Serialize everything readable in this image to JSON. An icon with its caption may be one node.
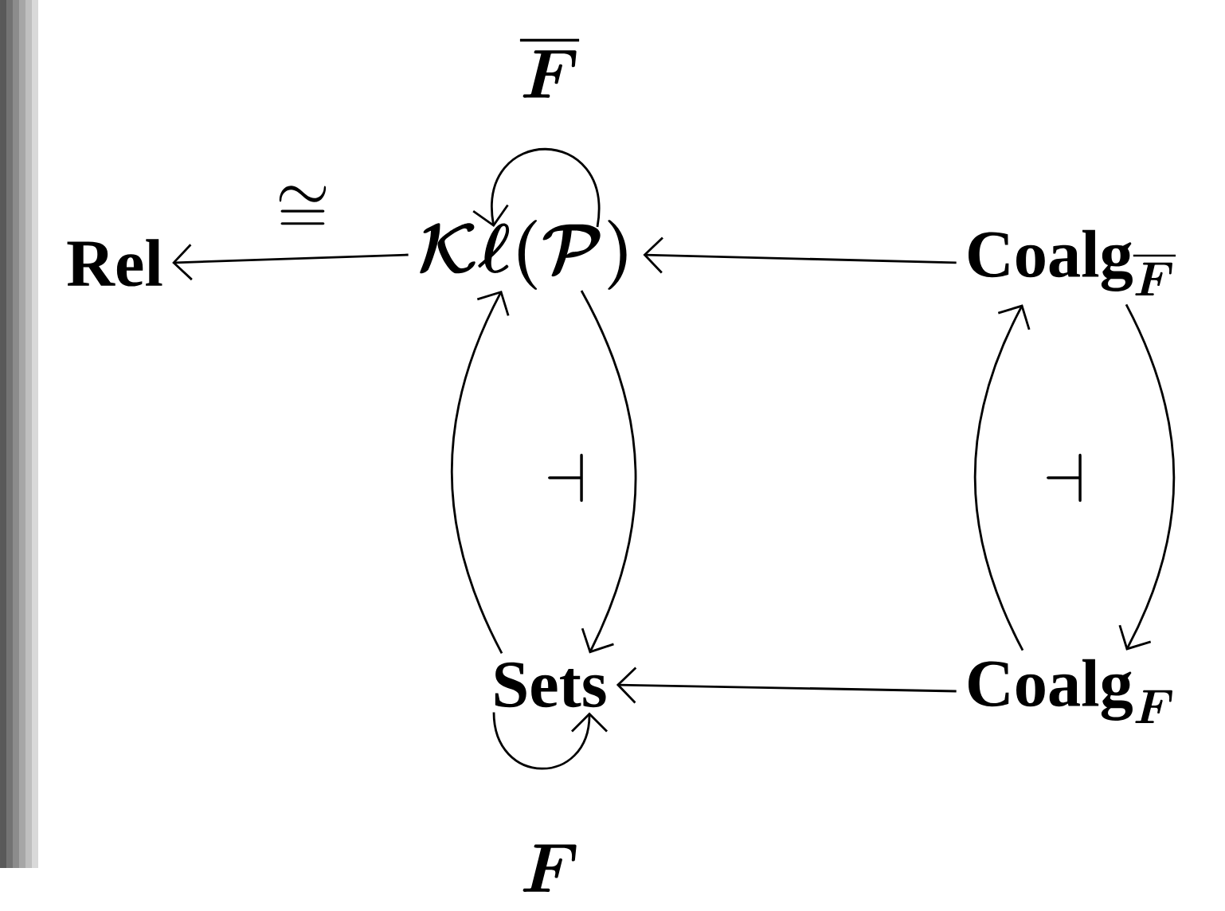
{
  "diagram": {
    "nodes": [
      {
        "text": [
          "\\mathbf{Rel}"
        ]
      },
      {
        "text": [
          "\\boldsymbol{\\mathcal{K}\\ell(\\mathcal{P})}"
        ]
      },
      {
        "text": [
          "\\mathbf{Coalg}_{\\boldsymbol{\\overline{F}}}"
        ]
      },
      {
        "text": [
          "\\mathbf{Sets}"
        ]
      },
      {
        "text": [
          "\\mathbf{Coalg}_{\\boldsymbol{F}}"
        ]
      }
    ],
    "edges": [
      {
        "from": 1,
        "to": 0,
        "arrow": "to",
        "label": "\\cong"
      },
      {
        "from": 1,
        "to": 1,
        "arrow": "to",
        "label": "\\boldsymbol{\\overline{F}}"
      },
      {
        "from": 2,
        "to": 1,
        "arrow": "to"
      },
      {
        "from": 3,
        "to": 1,
        "arrow": "to"
      },
      {
        "from": 1,
        "to": 3,
        "arrow": "to"
      },
      {
        "from": 3,
        "to": 3,
        "arrow": "to",
        "label": "\\boldsymbol{F}"
      },
      {
        "from": 4,
        "to": 3,
        "arrow": "to"
      },
      {
        "from": 4,
        "to": 2,
        "arrow": "to"
      },
      {
        "from": 2,
        "to": 4,
        "arrow": "to"
      }
    ],
    "labels": [
      "\\dashv",
      "\\dashv"
    ]
  }
}
